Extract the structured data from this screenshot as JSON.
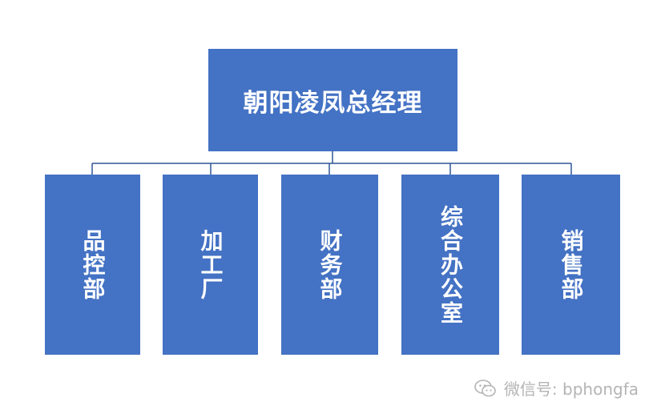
{
  "diagram": {
    "root": {
      "label": "朝阳凌凤总经理"
    },
    "departments": [
      {
        "label": "品控部"
      },
      {
        "label": "加工厂"
      },
      {
        "label": "财务部"
      },
      {
        "label": "综合办公室"
      },
      {
        "label": "销售部"
      }
    ],
    "colors": {
      "box_fill": "#4472c4",
      "box_text": "#ffffff",
      "connector": "#2f5597",
      "watermark": "#b4b4b4"
    }
  },
  "watermark": {
    "icon": "wechat-icon",
    "text": "微信号: bphongfa"
  }
}
